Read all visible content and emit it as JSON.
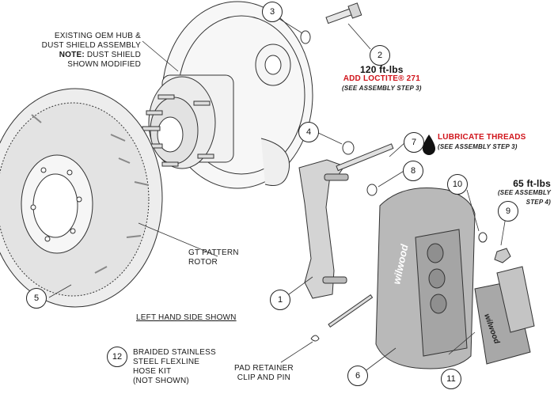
{
  "labels": {
    "hub": [
      "EXISTING OEM HUB &",
      "DUST SHIELD ASSEMBLY"
    ],
    "note_key": "NOTE:",
    "note_rest": "DUST SHIELD",
    "hub_modified": "SHOWN MODIFIED",
    "rotor": [
      "GT PATTERN",
      "ROTOR"
    ],
    "side": "LEFT HAND SIDE SHOWN",
    "hose_kit": [
      "BRAIDED STAINLESS",
      "STEEL FLEXLINE",
      "HOSE KIT",
      "(NOT SHOWN)"
    ],
    "pad_retainer": [
      "PAD RETAINER",
      "CLIP AND PIN"
    ]
  },
  "torque_bolt": {
    "value": "120 ft-lbs",
    "loctite": "ADD LOCTITE® 271",
    "step": "(SEE ASSEMBLY STEP 3)"
  },
  "lubricate": {
    "text": "LUBRICATE THREADS",
    "step": "(SEE ASSEMBLY STEP 3)"
  },
  "torque_nut": {
    "value": "65 ft-lbs",
    "step1": "(SEE ASSEMBLY",
    "step2": "STEP 4)"
  },
  "callouts": [
    "1",
    "2",
    "3",
    "4",
    "5",
    "6",
    "7",
    "8",
    "9",
    "10",
    "11",
    "12"
  ],
  "brand": "wilwood",
  "colors": {
    "line": "#222222",
    "accent": "#d0141b",
    "caliper": "#b9b9b9",
    "pad": "#a8a8a8"
  }
}
